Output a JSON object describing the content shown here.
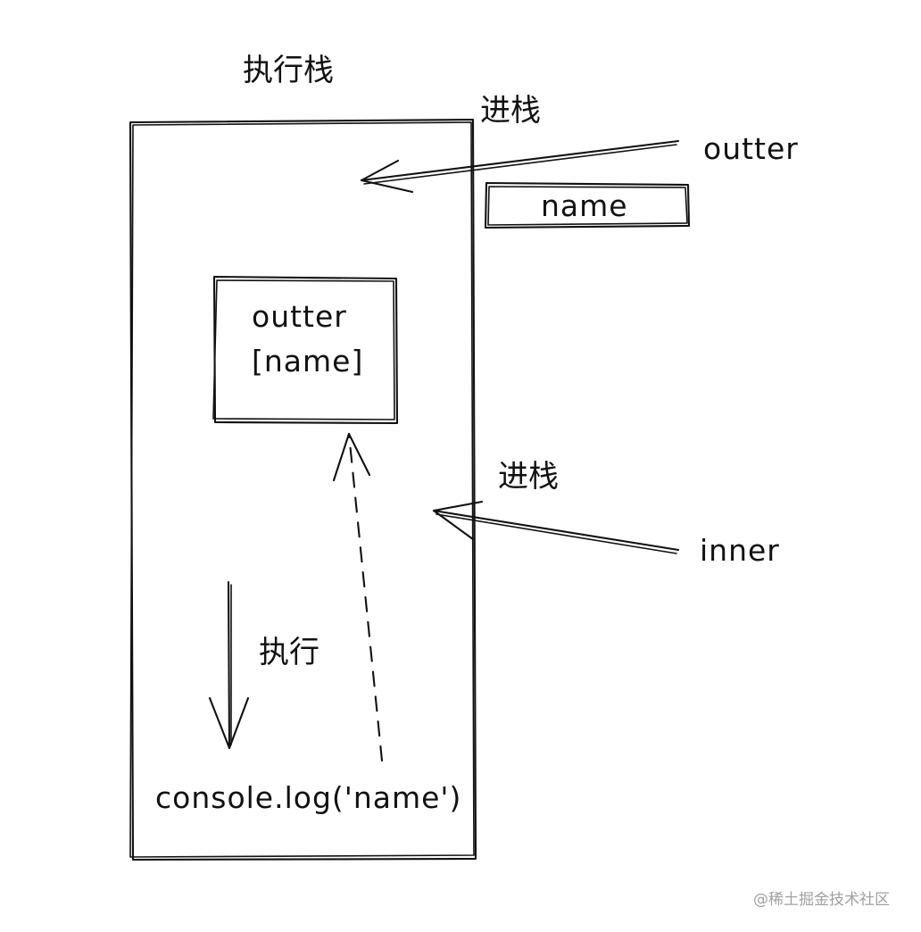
{
  "title": "执行栈",
  "labels": {
    "push_top": "进栈",
    "push_middle": "进栈",
    "outter": "outter",
    "name_box": "name",
    "inner": "inner",
    "execute": "执行",
    "console_log": "console.log('name')"
  },
  "scope_box": {
    "line1": "outter",
    "line2": "[name]"
  },
  "watermark": "@稀土掘金技术社区"
}
